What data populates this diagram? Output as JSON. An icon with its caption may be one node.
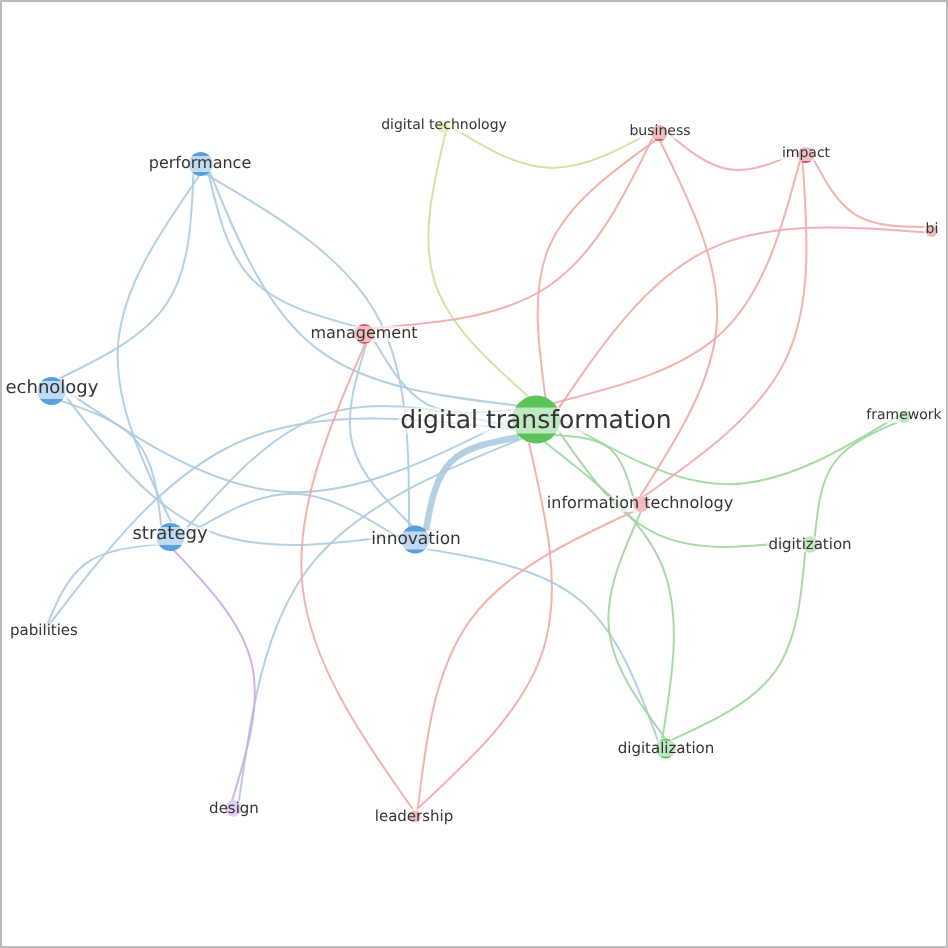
{
  "diagram": {
    "nodes": [
      {
        "text": [
          "digital technology"
        ]
      },
      {
        "text": [
          "business"
        ]
      },
      {
        "text": [
          "impact"
        ]
      },
      {
        "text": [
          "performance"
        ]
      },
      {
        "text": [
          "bi"
        ]
      },
      {
        "text": [
          "management"
        ]
      },
      {
        "text": [
          "echnology"
        ]
      },
      {
        "text": [
          "digital transformation"
        ]
      },
      {
        "text": [
          "framework"
        ]
      },
      {
        "text": [
          "information technology"
        ]
      },
      {
        "text": [
          "strategy"
        ]
      },
      {
        "text": [
          "innovation"
        ]
      },
      {
        "text": [
          "digitization"
        ]
      },
      {
        "text": [
          "pabilities"
        ]
      },
      {
        "text": [
          "digitalization"
        ]
      },
      {
        "text": [
          "design"
        ]
      },
      {
        "text": [
          "leadership"
        ]
      }
    ],
    "edges": [
      {
        "from": 7,
        "to": 3,
        "arrow": "none"
      },
      {
        "from": 7,
        "to": 6,
        "arrow": "none"
      },
      {
        "from": 7,
        "to": 10,
        "arrow": "none"
      },
      {
        "from": 7,
        "to": 11,
        "arrow": "none",
        "style": "thick"
      },
      {
        "from": 7,
        "to": 5,
        "arrow": "none"
      },
      {
        "from": 7,
        "to": 13,
        "arrow": "none"
      },
      {
        "from": 7,
        "to": 1,
        "arrow": "none",
        "color": "#f2a9a9"
      },
      {
        "from": 7,
        "to": 2,
        "arrow": "none",
        "color": "#f2a9a9"
      },
      {
        "from": 7,
        "to": 4,
        "arrow": "none",
        "color": "#f2a9a9"
      },
      {
        "from": 7,
        "to": 16,
        "arrow": "none",
        "color": "#f2a9a9"
      },
      {
        "from": 7,
        "to": 0,
        "arrow": "none",
        "color": "#d9d99a"
      },
      {
        "from": 7,
        "to": 8,
        "arrow": "none",
        "color": "#9ed69e"
      },
      {
        "from": 7,
        "to": 9,
        "arrow": "none",
        "color": "#9ed69e"
      },
      {
        "from": 7,
        "to": 12,
        "arrow": "none",
        "color": "#9ed69e"
      },
      {
        "from": 7,
        "to": 14,
        "arrow": "none",
        "color": "#9ed69e"
      },
      {
        "from": 7,
        "to": 15,
        "arrow": "none"
      },
      {
        "from": 3,
        "to": 6,
        "arrow": "none"
      },
      {
        "from": 3,
        "to": 10,
        "arrow": "none"
      },
      {
        "from": 3,
        "to": 11,
        "arrow": "none"
      },
      {
        "from": 3,
        "to": 5,
        "arrow": "none"
      },
      {
        "from": 6,
        "to": 10,
        "arrow": "none"
      },
      {
        "from": 6,
        "to": 11,
        "arrow": "none"
      },
      {
        "from": 10,
        "to": 11,
        "arrow": "none"
      },
      {
        "from": 10,
        "to": 13,
        "arrow": "none"
      },
      {
        "from": 10,
        "to": 15,
        "arrow": "none",
        "color": "#cfa8e6"
      },
      {
        "from": 11,
        "to": 5,
        "arrow": "none"
      },
      {
        "from": 11,
        "to": 14,
        "arrow": "none"
      },
      {
        "from": 1,
        "to": 2,
        "arrow": "none",
        "color": "#f2a9a9"
      },
      {
        "from": 1,
        "to": 5,
        "arrow": "none",
        "color": "#f2a9a9"
      },
      {
        "from": 1,
        "to": 9,
        "arrow": "none",
        "color": "#f2a9a9"
      },
      {
        "from": 1,
        "to": 0,
        "arrow": "none",
        "color": "#d9d99a"
      },
      {
        "from": 2,
        "to": 4,
        "arrow": "none",
        "color": "#f2a9a9"
      },
      {
        "from": 2,
        "to": 9,
        "arrow": "none",
        "color": "#f2a9a9"
      },
      {
        "from": 9,
        "to": 16,
        "arrow": "none",
        "color": "#f2a9a9"
      },
      {
        "from": 5,
        "to": 16,
        "arrow": "none",
        "color": "#f2a9a9"
      },
      {
        "from": 9,
        "to": 14,
        "arrow": "none",
        "color": "#9ed69e"
      },
      {
        "from": 12,
        "to": 14,
        "arrow": "none",
        "color": "#9ed69e"
      },
      {
        "from": 8,
        "to": 12,
        "arrow": "none",
        "color": "#9ed69e"
      }
    ]
  }
}
